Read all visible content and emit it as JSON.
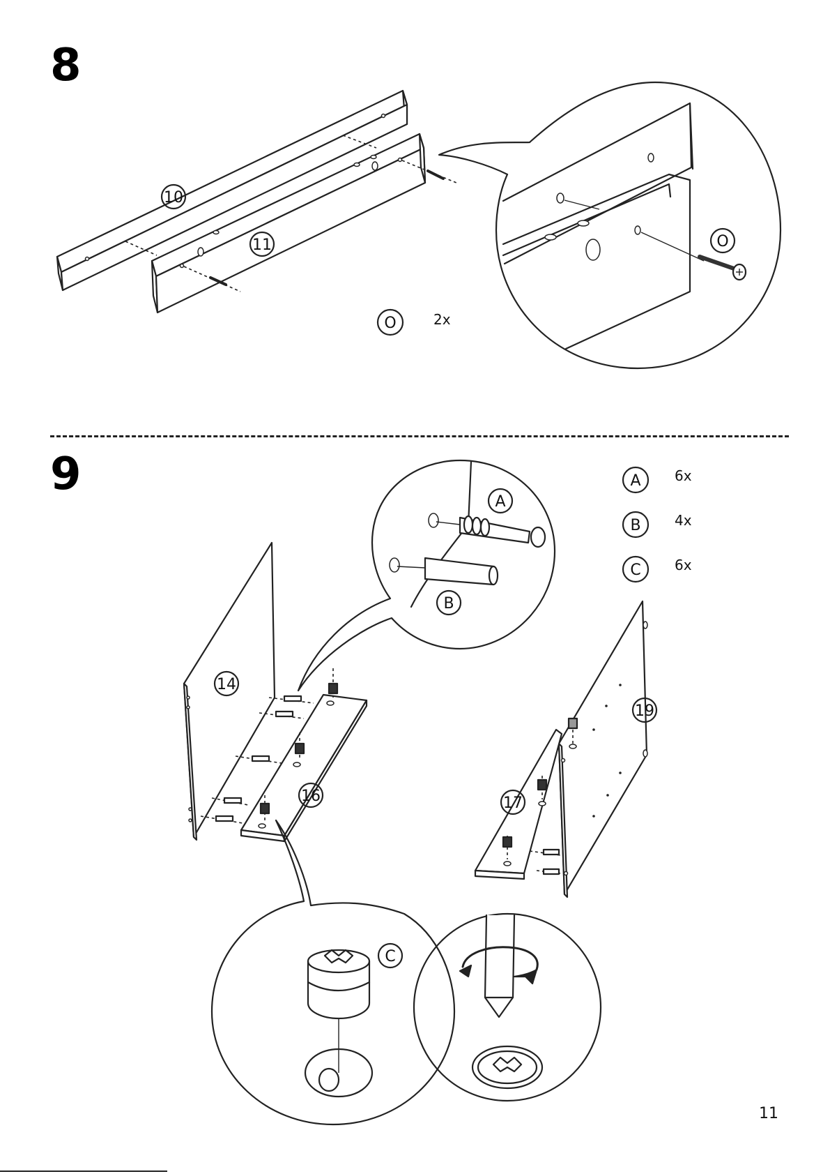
{
  "steps": [
    {
      "number": "8",
      "parts": [
        "10",
        "11"
      ],
      "hardware": [
        {
          "id": "O",
          "qty": "2x"
        }
      ],
      "detail_callout": "O"
    },
    {
      "number": "9",
      "parts": [
        "14",
        "16",
        "19",
        "17"
      ],
      "hardware": [
        {
          "id": "A",
          "qty": "6x"
        },
        {
          "id": "B",
          "qty": "4x"
        },
        {
          "id": "C",
          "qty": "6x"
        }
      ],
      "detail_callouts": [
        "A",
        "B",
        "C"
      ]
    }
  ],
  "page_number": "11"
}
